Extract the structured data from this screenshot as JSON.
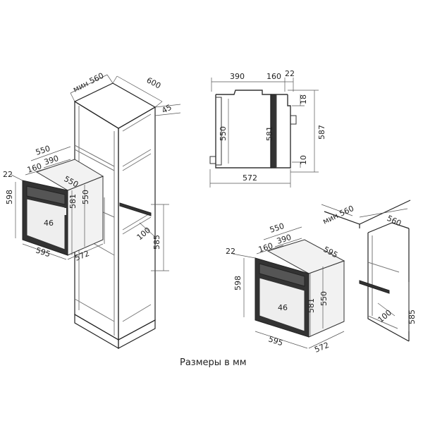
{
  "caption": "Размеры в мм",
  "colors": {
    "line": "#333333",
    "oven_body": "#2b2b2b",
    "background": "#ffffff"
  },
  "tall_cabinet": {
    "min_width": "мин 560",
    "depth": "600",
    "top_offset": "45",
    "niche_height": "585",
    "vent": "100"
  },
  "side_view": {
    "top_390": "390",
    "top_160": "160",
    "top_22": "22",
    "h_550": "550",
    "h_581": "581",
    "h_587": "587",
    "h_18": "18",
    "h_10": "10",
    "w_572": "572"
  },
  "oven_left": {
    "d_550": "550",
    "d_160": "160",
    "d_390": "390",
    "d_22": "22",
    "d_550b": "550",
    "h_598": "598",
    "d_46": "46",
    "d_581": "581",
    "d_550c": "550",
    "w_595": "595",
    "w_572": "572"
  },
  "oven_right": {
    "d_550": "550",
    "d_160": "160",
    "d_390": "390",
    "d_22": "22",
    "d_595top": "595",
    "h_598": "598",
    "d_46": "46",
    "d_581": "581",
    "d_550c": "550",
    "w_595": "595",
    "w_572": "572"
  },
  "undercounter": {
    "min_width": "мин 560",
    "depth": "560",
    "niche_height": "585",
    "vent": "100"
  }
}
